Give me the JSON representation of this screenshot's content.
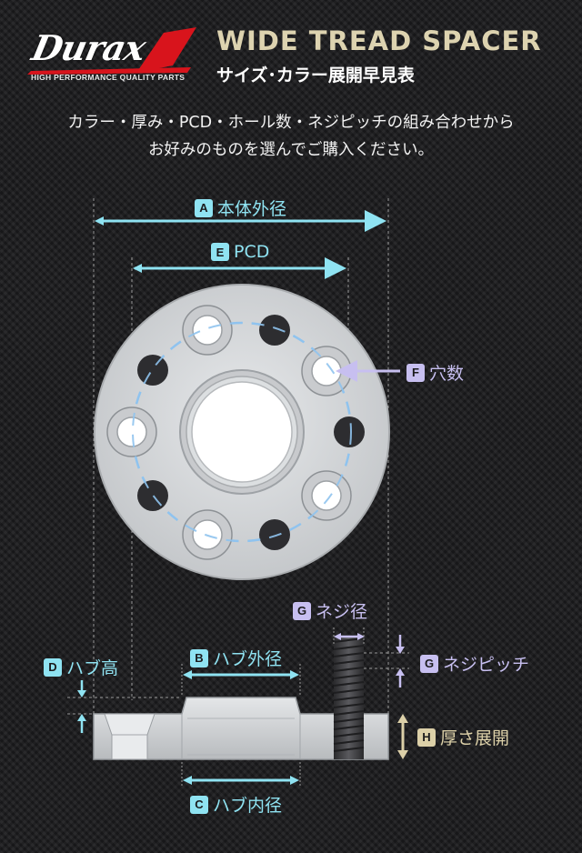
{
  "brand": {
    "logo_text": "Durax",
    "tagline": "HIGH PERFORMANCE QUALITY PARTS"
  },
  "header": {
    "title": "WIDE TREAD SPACER",
    "subtitle": "サイズ･カラー展開早見表"
  },
  "intro": {
    "line1": "カラー・厚み・PCD・ホール数・ネジピッチの組み合わせから",
    "line2": "お好みのものを選んでご購入ください。"
  },
  "labels": {
    "a": {
      "letter": "A",
      "text": "本体外径"
    },
    "e": {
      "letter": "E",
      "text": "PCD"
    },
    "f": {
      "letter": "F",
      "text": "穴数"
    },
    "g_diameter": {
      "letter": "G",
      "text": "ネジ径"
    },
    "g_pitch": {
      "letter": "G",
      "text": "ネジピッチ"
    },
    "b": {
      "letter": "B",
      "text": "ハブ外径"
    },
    "c": {
      "letter": "C",
      "text": "ハブ内径"
    },
    "d": {
      "letter": "D",
      "text": "ハブ高"
    },
    "h": {
      "letter": "H",
      "text": "厚さ展開"
    }
  },
  "colors": {
    "cyan": "#8fe3f2",
    "lavender": "#c7bff0",
    "sand": "#dcd0a8",
    "brand_red": "#d8141c",
    "disc": "#d4d6d8"
  }
}
